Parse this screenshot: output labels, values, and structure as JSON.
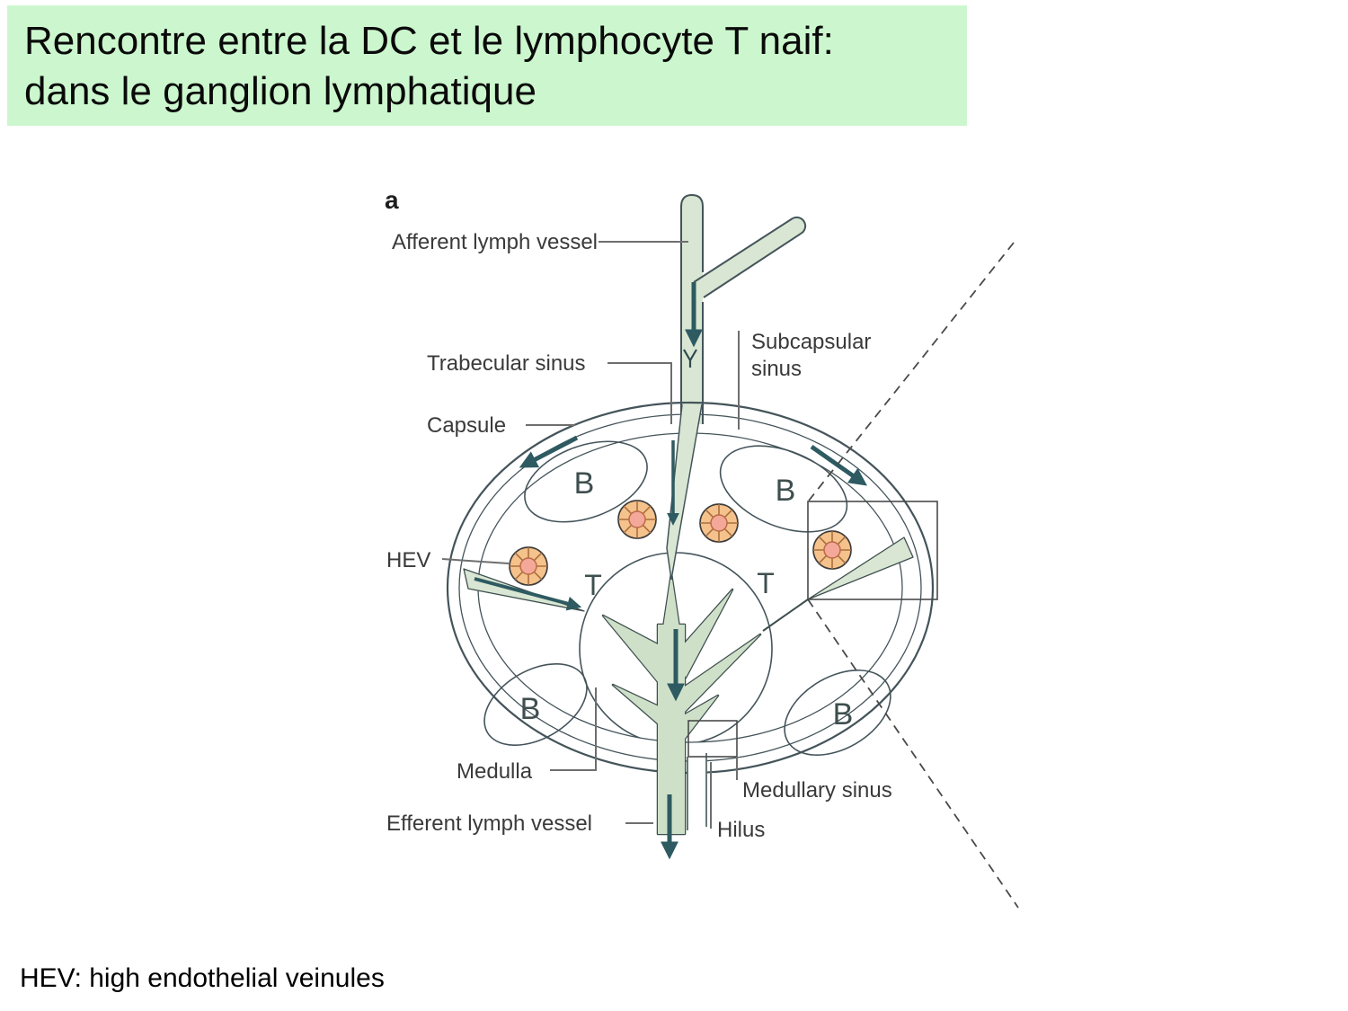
{
  "title": {
    "line1": "Rencontre entre la DC et le lymphocyte T naif:",
    "line2": "dans le ganglion lymphatique",
    "bg_color": "#ccf7ce"
  },
  "footer": {
    "text": "HEV: high endothelial veinules"
  },
  "figure": {
    "panel_label": "a",
    "labels": {
      "afferent": "Afferent lymph vessel",
      "trabecular": "Trabecular sinus",
      "subcapsular_line1": "Subcapsular",
      "subcapsular_line2": "sinus",
      "capsule": "Capsule",
      "hev": "HEV",
      "medulla": "Medulla",
      "medullary_sinus": "Medullary sinus",
      "efferent": "Efferent lymph vessel",
      "hilus": "Hilus"
    },
    "zone_letters": {
      "b_follicle": "B",
      "t_zone": "T"
    },
    "colors": {
      "vessel_green": "#d8e6d3",
      "capsule_band": "#e2eaed",
      "cortex_blue": "#dae9f3",
      "follicle_pink": "#e9d9e6",
      "medulla_cream": "#fcf5df",
      "tree_green": "#cfe0c9",
      "hev_outer_orange": "#f6c28c",
      "hev_inner_salmon": "#f4a899",
      "flow_arrow_teal": "#2e5a61",
      "outline_slate": "#44545a"
    }
  }
}
